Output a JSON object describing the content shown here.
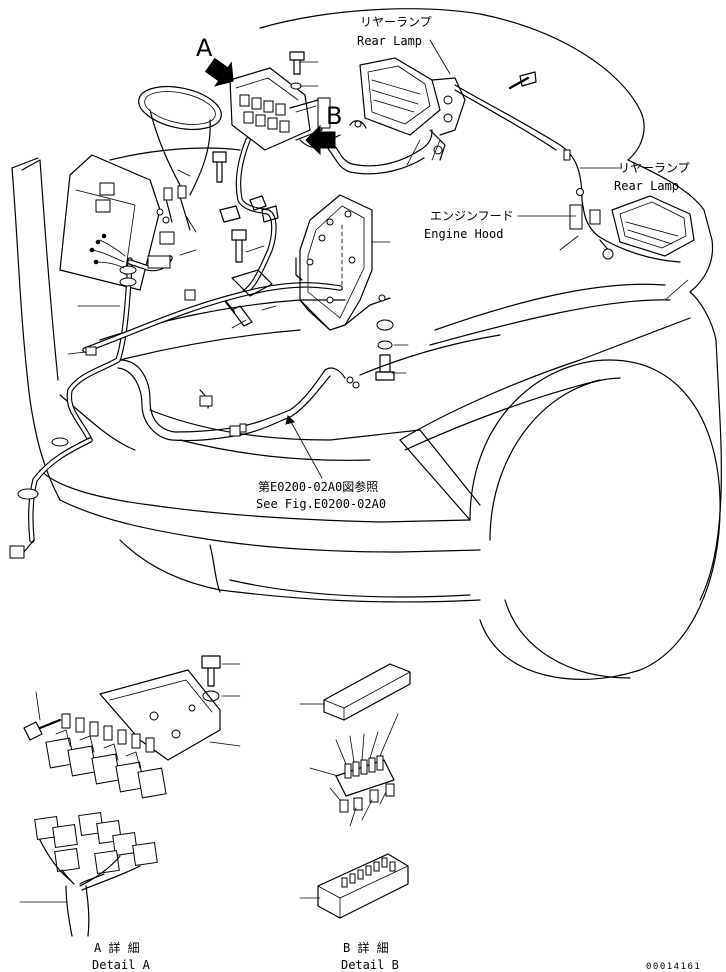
{
  "labels": {
    "rear_lamp_top_jp": "リヤーランプ",
    "rear_lamp_top_en": "Rear Lamp",
    "rear_lamp_right_jp": "リヤーランプ",
    "rear_lamp_right_en": "Rear Lamp",
    "engine_hood_jp": "エンジンフード",
    "engine_hood_en": "Engine Hood",
    "see_fig_jp": "第E0200-02A0図参照",
    "see_fig_en": "See Fig.E0200-02A0",
    "detail_a_jp": "A 詳 細",
    "detail_a_en": "Detail A",
    "detail_b_jp": "B 詳 細",
    "detail_b_en": "Detail B",
    "view_a": "A",
    "view_b": "B",
    "drawing_code": "00014161"
  }
}
